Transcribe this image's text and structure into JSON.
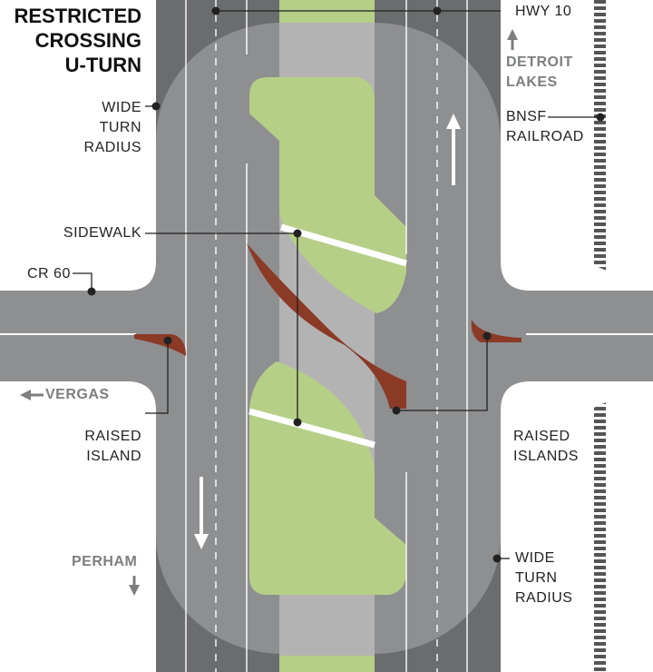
{
  "title": [
    "RESTRICTED",
    "CROSSING",
    "U-TURN"
  ],
  "labels": {
    "hwy": "HWY 10",
    "detroit": [
      "DETROIT",
      "LAKES"
    ],
    "bnsf": [
      "BNSF",
      "RAILROAD"
    ],
    "wide_top": [
      "WIDE",
      "TURN",
      "RADIUS"
    ],
    "sidewalk": "SIDEWALK",
    "cr60": "CR 60",
    "vergas": "VERGAS",
    "raised_island": [
      "RAISED",
      "ISLAND"
    ],
    "raised_islands": [
      "RAISED",
      "ISLANDS"
    ],
    "perham": "PERHAM",
    "wide_bottom": [
      "WIDE",
      "TURN",
      "RADIUS"
    ]
  },
  "colors": {
    "road_dark": "#6b6c6e",
    "road": "#8e8f91",
    "median": "#b3b3b3",
    "green": "#b5cf87",
    "island": "#8b3a26"
  }
}
